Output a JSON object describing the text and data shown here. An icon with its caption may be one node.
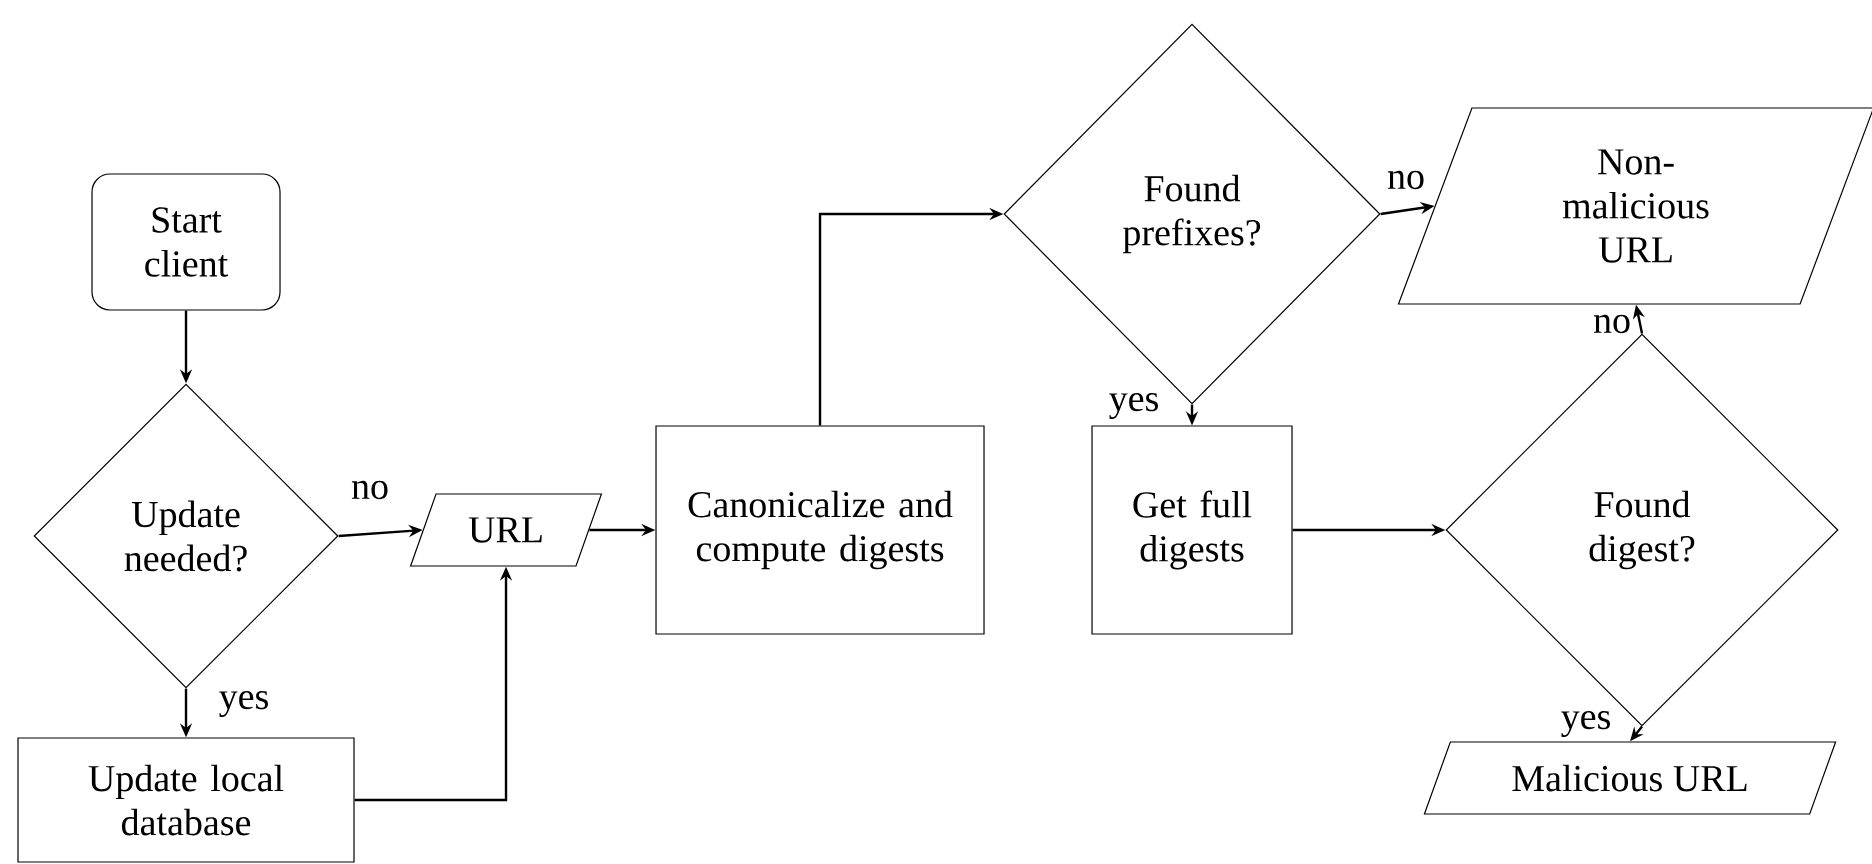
{
  "diagram": {
    "nodes": [
      {
        "text": [
          "Start client"
        ]
      },
      {
        "text": [
          "Update needed?"
        ]
      },
      {
        "text": [
          "Update local database"
        ]
      },
      {
        "text": [
          "URL"
        ]
      },
      {
        "text": [
          "Canonicalize and compute digests"
        ]
      },
      {
        "text": [
          "Found prefixes?"
        ]
      },
      {
        "text": [
          "Non-malicious URL"
        ]
      },
      {
        "text": [
          "Get full digests"
        ]
      },
      {
        "text": [
          "Found digest?"
        ]
      },
      {
        "text": [
          "Malicious URL"
        ]
      }
    ],
    "edges": [
      {
        "from": 0,
        "to": 1,
        "arrow": "to"
      },
      {
        "from": 1,
        "to": 3,
        "arrow": "to",
        "label": "no"
      },
      {
        "from": 1,
        "to": 2,
        "arrow": "to",
        "label": "yes"
      },
      {
        "from": 2,
        "to": 3,
        "arrow": "to"
      },
      {
        "from": 3,
        "to": 4,
        "arrow": "to"
      },
      {
        "from": 4,
        "to": 5,
        "arrow": "to"
      },
      {
        "from": 5,
        "to": 6,
        "arrow": "to",
        "label": "no"
      },
      {
        "from": 5,
        "to": 7,
        "arrow": "to",
        "label": "yes"
      },
      {
        "from": 7,
        "to": 8,
        "arrow": "to"
      },
      {
        "from": 8,
        "to": 6,
        "arrow": "to",
        "label": "no"
      },
      {
        "from": 8,
        "to": 9,
        "arrow": "to",
        "label": "yes"
      }
    ]
  }
}
